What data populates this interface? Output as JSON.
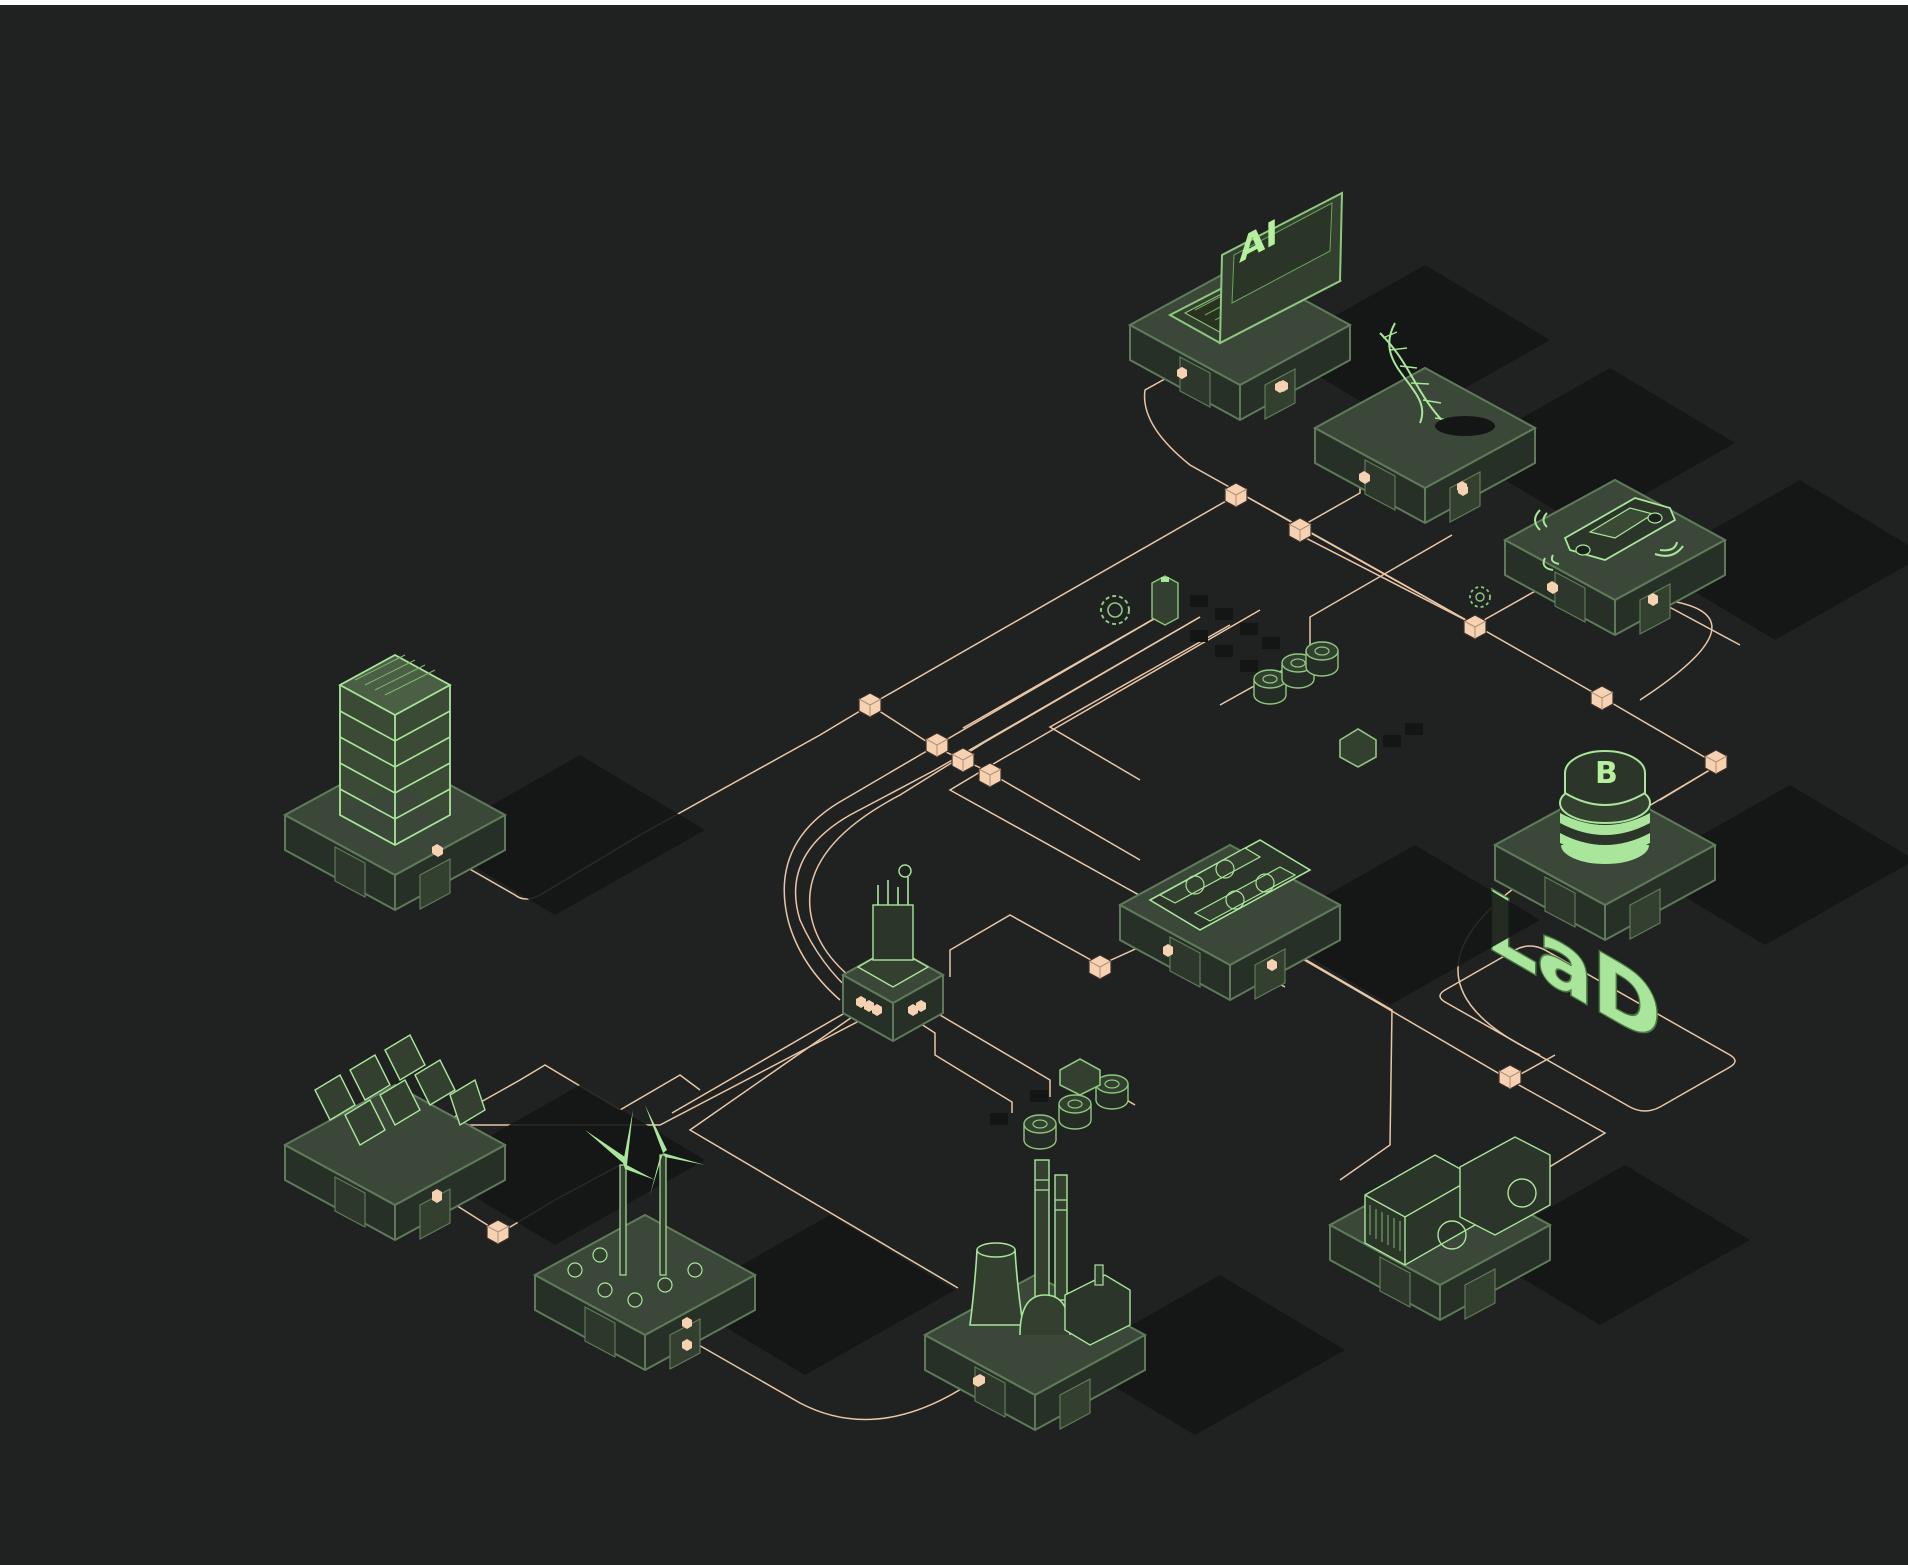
{
  "colors": {
    "background": "#202221",
    "frame": "#ffffff",
    "platform_top": "#3a4739",
    "platform_side": "#263026",
    "outline": "#5f7a5a",
    "accent_green": "#a9e59a",
    "wire": "#e9c6a6",
    "junction": "#f6d2b3"
  },
  "laptop_screen": {
    "text": "AI"
  },
  "bitcoin_coin": {
    "symbol": "B"
  },
  "lab_sign": {
    "text": "LaD"
  },
  "icons": [
    "laptop-icon",
    "dna-icon",
    "autonomous-car-icon",
    "bitcoin-coin-stack-icon",
    "server-rack-icon",
    "gpu-board-icon",
    "substation-transformer-icon",
    "solar-panels-icon",
    "wind-turbines-icon",
    "power-plant-icon",
    "mining-rigs-icon",
    "gear-icon",
    "battery-icon"
  ]
}
